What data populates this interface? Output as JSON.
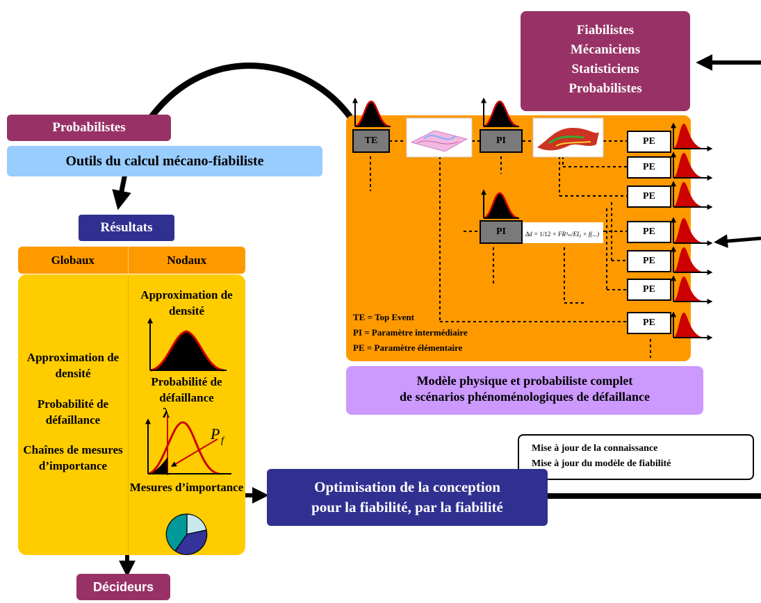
{
  "roles": {
    "top_right": [
      "Fiabilistes",
      "Mécaniciens",
      "Statisticiens",
      "Probabilistes"
    ],
    "left": "Probabilistes",
    "bottom": "Décideurs"
  },
  "tools_label": "Outils du calcul mécano-fiabiliste",
  "results": {
    "title": "Résultats",
    "col_global": "Globaux",
    "col_nodal": "Nodaux",
    "global_items": [
      "Approximation de densité",
      "Probabilité de défaillance",
      "Chaînes de mesures d’importance"
    ],
    "nodal_items": [
      "Approximation de densité",
      "Probabilité de défaillance",
      "Mesures d’importance"
    ],
    "lambda_symbol": "λ",
    "pf_symbol": "P",
    "pf_sub": "f"
  },
  "model": {
    "nodes": {
      "te": "TE",
      "pi": "PI",
      "pe": "PE"
    },
    "legend": [
      "TE = Top Event",
      "PI = Paramètre intermédiaire",
      "PE = Paramètre élémentaire"
    ],
    "caption_lines": [
      "Modèle physique et probabiliste complet",
      "de scénarios phénoménologiques de défaillance"
    ],
    "formula": "Δd = 1/12 × F R_m³ / E I_0 × f(...)"
  },
  "update_box": [
    "Mise à jour de la connaissance",
    "Mise à jour du modèle de fiabilité"
  ],
  "optimisation_lines": [
    "Optimisation de la conception",
    "pour la fiabilité, par la fiabilité"
  ],
  "colors": {
    "wine": "#983266",
    "navy": "#303090",
    "light_blue": "#99ccff",
    "orange": "#ff9900",
    "yellow": "#ffcc00",
    "lavender": "#cc99ff",
    "red_curve": "#cc0000"
  }
}
